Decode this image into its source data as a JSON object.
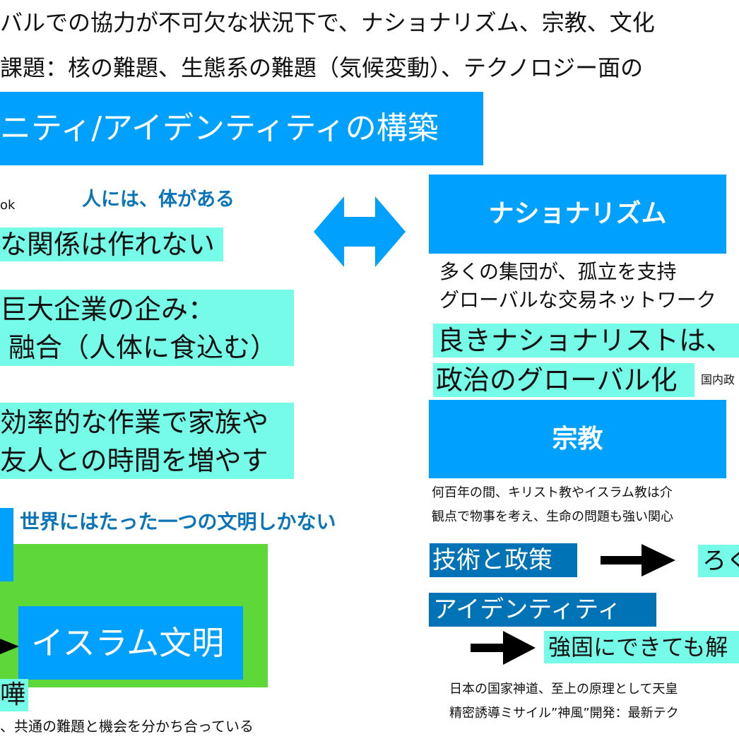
{
  "header": {
    "line1": "バルでの協力が不可欠な状況下で、ナショナリズム、宗教、文化",
    "line2": "課題：核の難題、生態系の難題（気候変動）、テクノロジー面の"
  },
  "title_banner": "ニティ/アイデンティティの構築",
  "left": {
    "ok_fragment": "ok",
    "body_note": "人には、体がある",
    "relation": "な関係は作れない",
    "corp_line1": "巨大企業の企み：",
    "corp_line2": "融合（人体に食込む）",
    "eff_line1": "効率的な作業で家族や",
    "eff_line2": "友人との時間を増やす",
    "one_civ": "世界にはたった一つの文明しかない",
    "islam_box": "イスラム文明",
    "quarrel_fragment": "嘩",
    "shared_note": "、共通の難題と機会を分かち合っている"
  },
  "connector": {
    "icon": "double-arrow-icon",
    "color": "#00a0ff"
  },
  "right": {
    "nationalism": {
      "title": "ナショナリズム",
      "line1": "多くの集団が、孤立を支持",
      "line2": "グローバルな交易ネットワーク",
      "good_nationalist": "良きナショナリストは、",
      "politics_global": "政治のグローバル化",
      "domestic_fragment": "国内政"
    },
    "religion": {
      "title": "宗教",
      "line1": "何百年の間、キリスト教やイスラム教は介",
      "line2": "観点で物事を考え、生命の問題も強い関心"
    },
    "tech_policy": "技術と政策",
    "tech_result_fragment": "ろく",
    "identity": "アイデンティティ",
    "identity_result": "強固にできても解",
    "note_line1": "日本の国家神道、至上の原理として天皇",
    "note_line2": "精密誘導ミサイル”神風”開発：最新テク"
  },
  "colors": {
    "primary_blue": "#00a0ff",
    "dark_blue": "#0073b7",
    "cyan_highlight": "#75fbe7",
    "green_panel": "#5ed838",
    "heading_blue": "#0a74b8"
  }
}
